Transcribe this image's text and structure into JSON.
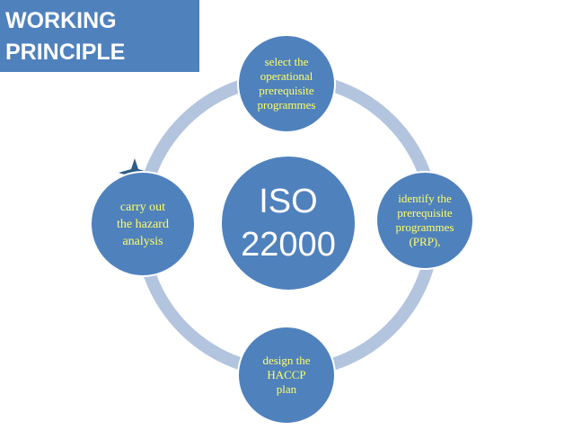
{
  "title": {
    "line1": "WORKING",
    "line2": "PRINCIPLE"
  },
  "center": {
    "label": "ISO\n22000"
  },
  "steps": {
    "top": "select the\noperational\nprerequisite\nprogrammes",
    "right": "identify the\nprerequisite\nprogrammes\n(PRP),",
    "bottom": "design the\nHACCP\nplan",
    "left": "carry out\nthe hazard\nanalysis"
  },
  "colors": {
    "node_fill": "#4f81bd",
    "ring": "#b3c4df",
    "step_text": "#ffff66",
    "title_bg": "#4f81bd",
    "title_text": "#ffffff"
  },
  "icons": {
    "sparkle": "four-point-star-icon"
  }
}
